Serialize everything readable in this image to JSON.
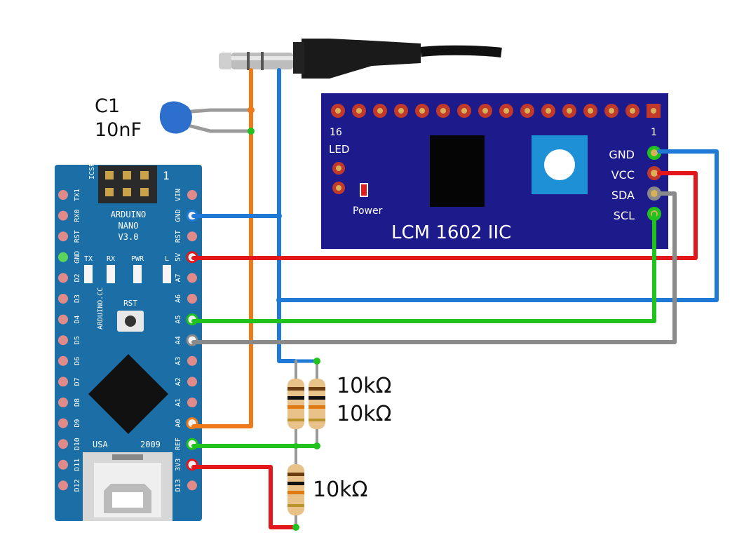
{
  "capacitor": {
    "name": "C1",
    "value": "10nF"
  },
  "resistors": [
    {
      "label": "10kΩ"
    },
    {
      "label": "10kΩ"
    },
    {
      "label": "10kΩ"
    }
  ],
  "arduino": {
    "title_line1": "ARDUINO",
    "title_line2": "NANO",
    "title_line3": "V3.0",
    "website": "ARDUINO.CC",
    "icsp": "ICSP",
    "icsp_pin1": "1",
    "led_labels": [
      "TX",
      "RX",
      "PWR",
      "L"
    ],
    "rst_button": "RST",
    "usa": "USA",
    "year": "2009",
    "left_pins": [
      "TX1",
      "RX0",
      "RST",
      "GND",
      "D2",
      "D3",
      "D4",
      "D5",
      "D6",
      "D7",
      "D8",
      "D9",
      "D10",
      "D11",
      "D12"
    ],
    "right_pins": [
      "VIN",
      "GND",
      "RST",
      "5V",
      "A7",
      "A6",
      "A5",
      "A4",
      "A3",
      "A2",
      "A1",
      "A0",
      "REF",
      "3V3",
      "D13"
    ]
  },
  "lcd": {
    "title": "LCM 1602 IIC",
    "pin16": "16",
    "pin1": "1",
    "led": "LED",
    "power": "Power",
    "pins": [
      "GND",
      "VCC",
      "SDA",
      "SCL"
    ]
  },
  "colors": {
    "wire_red": "#e3171b",
    "wire_blue": "#1e7ad6",
    "wire_green": "#22c21e",
    "wire_gray": "#8a8a8a",
    "wire_orange": "#ef7a1a",
    "nano_board": "#1b6fa6",
    "lcd_board": "#1d1a8c"
  }
}
